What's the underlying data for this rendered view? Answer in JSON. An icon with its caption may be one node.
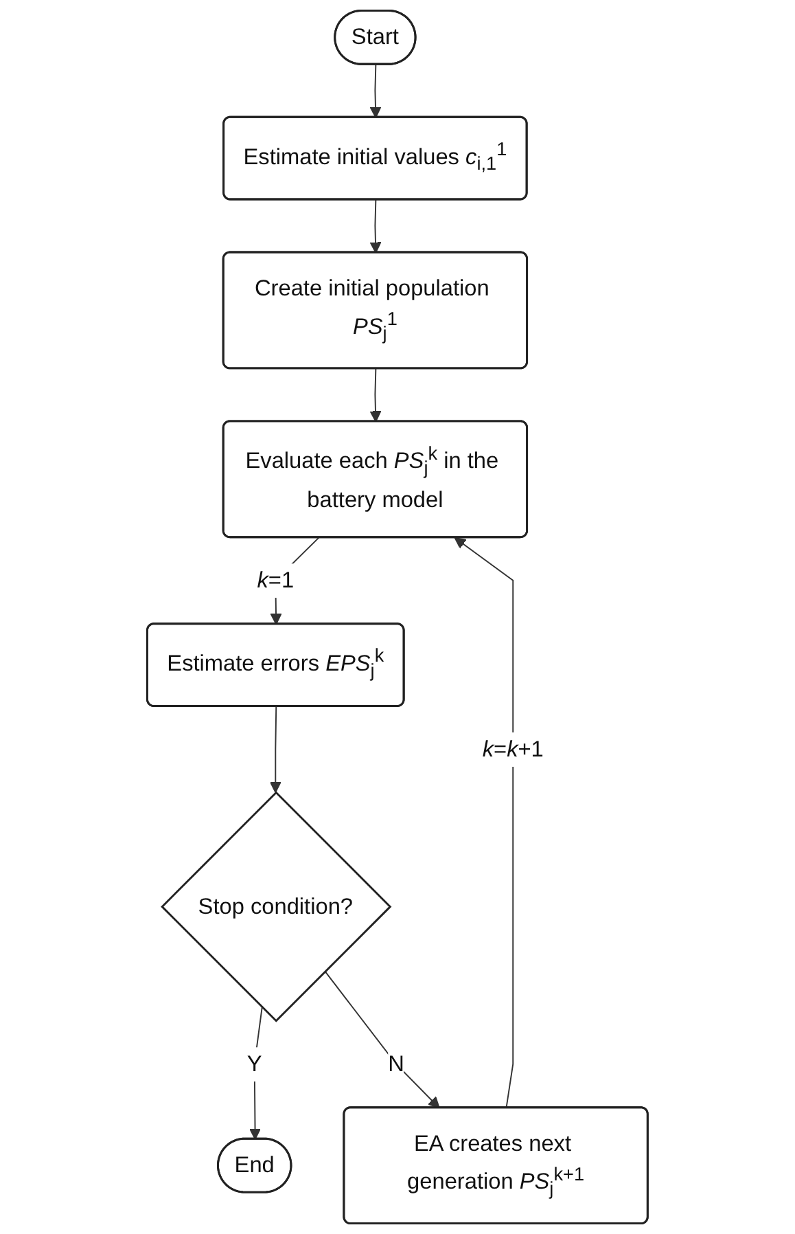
{
  "diagram": {
    "nodes": [
      {
        "text": [
          "Start"
        ]
      },
      {
        "text": [
          "Estimate initial values *c*$_{i,1}$$^{1}$"
        ]
      },
      {
        "text": [
          "Create initial population *PS*$_{j}$$^{1}$"
        ]
      },
      {
        "text": [
          "Evaluate each *PS*$_{j}$$^{k}$ in the battery model"
        ]
      },
      {
        "text": [
          "Estimate errors *EPS*$_{j}$$^{k}$"
        ]
      },
      {
        "text": [
          "Stop condition?"
        ]
      },
      {
        "text": [
          "EA creates next generation *PS*$_{j}$$^{k+1}$"
        ]
      },
      {
        "text": [
          "End"
        ]
      }
    ],
    "edges": [
      {
        "from": 0,
        "to": 1,
        "arrow": "to"
      },
      {
        "from": 1,
        "to": 2,
        "arrow": "to"
      },
      {
        "from": 2,
        "to": 3,
        "arrow": "to"
      },
      {
        "from": 3,
        "to": 4,
        "arrow": "to",
        "label": "*k*=1"
      },
      {
        "from": 4,
        "to": 5,
        "arrow": "to"
      },
      {
        "from": 5,
        "to": 7,
        "arrow": "to",
        "label": "Y"
      },
      {
        "from": 5,
        "to": 6,
        "arrow": "to",
        "label": "N"
      },
      {
        "from": 6,
        "to": 3,
        "arrow": "to",
        "label": "*k*=*k*+1"
      }
    ]
  }
}
